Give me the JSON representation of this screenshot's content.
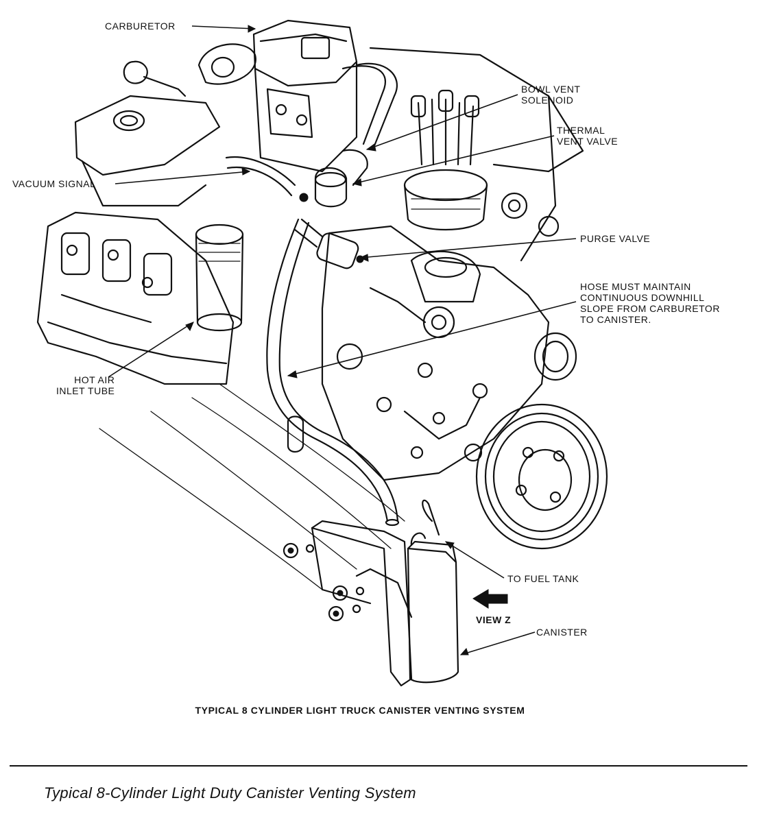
{
  "labels": {
    "carburetor": "CARBURETOR",
    "bowl_vent_solenoid_1": "BOWL VENT",
    "bowl_vent_solenoid_2": "SOLENOID",
    "thermal_vent_valve_1": "THERMAL",
    "thermal_vent_valve_2": "VENT VALVE",
    "vacuum_signal": "VACUUM SIGNAL",
    "purge_valve": "PURGE VALVE",
    "hose_note_1": "HOSE MUST MAINTAIN",
    "hose_note_2": "CONTINUOUS DOWNHILL",
    "hose_note_3": "SLOPE FROM CARBURETOR",
    "hose_note_4": "TO CANISTER.",
    "hot_air_1": "HOT AIR",
    "hot_air_2": "INLET TUBE",
    "to_fuel_tank": "TO FUEL TANK",
    "view_z": "VIEW Z",
    "canister": "CANISTER"
  },
  "inner_caption": "TYPICAL 8 CYLINDER LIGHT TRUCK CANISTER VENTING SYSTEM",
  "figure_caption": "Typical 8-Cylinder Light Duty Canister Venting System"
}
